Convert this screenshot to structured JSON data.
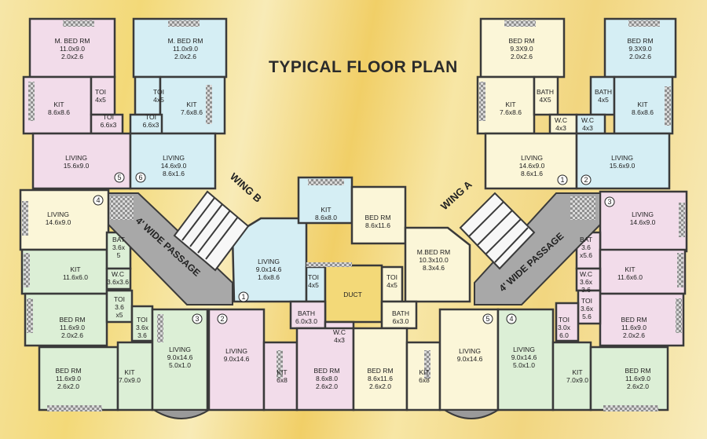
{
  "title": "TYPICAL FLOOR PLAN",
  "wings": [
    "WING B",
    "WING A"
  ],
  "passage_label": "4' WIDE PASSAGE",
  "colors": {
    "blue_room": "#d5eef4",
    "pink_room": "#f2dcea",
    "green_room": "#dcefd6",
    "cream_room": "#fbf6d8",
    "wall": "#3a3a3a",
    "passage": "#a8a8a8"
  },
  "rooms": [
    {
      "id": "bed1",
      "lines": [
        "M. BED RM",
        "11.0x9.0",
        "2.0x2.6"
      ]
    },
    {
      "id": "bed2",
      "lines": [
        "M. BED RM",
        "11.0x9.0",
        "2.0x2.6"
      ]
    },
    {
      "id": "bed3",
      "lines": [
        "BED RM",
        "9.3X9.0",
        "2.0x2.6"
      ]
    },
    {
      "id": "bed4",
      "lines": [
        "BED RM",
        "9.3X9.0",
        "2.0x2.6"
      ]
    },
    {
      "id": "toi1",
      "lines": [
        "TOI",
        "4x5"
      ]
    },
    {
      "id": "toi2",
      "lines": [
        "TOI",
        "4x5"
      ]
    },
    {
      "id": "kit1",
      "lines": [
        "KIT",
        "8.6x8.6"
      ]
    },
    {
      "id": "kit2",
      "lines": [
        "KIT",
        "7.6x8.6"
      ]
    },
    {
      "id": "toi3",
      "lines": [
        "TOI",
        "6.6x3"
      ]
    },
    {
      "id": "toi4",
      "lines": [
        "TOI",
        "6.6x3"
      ]
    },
    {
      "id": "bath1",
      "lines": [
        "BATH",
        "4X5"
      ]
    },
    {
      "id": "bath2",
      "lines": [
        "BATH",
        "4x5"
      ]
    },
    {
      "id": "kit3",
      "lines": [
        "KIT",
        "7.6x8.6"
      ]
    },
    {
      "id": "kit4",
      "lines": [
        "KIT",
        "8.6x8.6"
      ]
    },
    {
      "id": "wc1",
      "lines": [
        "W.C",
        "4x3"
      ]
    },
    {
      "id": "wc2",
      "lines": [
        "W.C",
        "4x3"
      ]
    },
    {
      "id": "liv1",
      "lines": [
        "LIVING",
        "15.6x9.0"
      ]
    },
    {
      "id": "liv2",
      "lines": [
        "LIVING",
        "14.6x9.0",
        "8.6x1.6"
      ]
    },
    {
      "id": "liv3",
      "lines": [
        "LIVING",
        "14.6x9.0",
        "8.6x1.6"
      ]
    },
    {
      "id": "liv4",
      "lines": [
        "LIVING",
        "15.6x9.0"
      ]
    },
    {
      "id": "liv5",
      "lines": [
        "LIVING",
        "14.6x9.0"
      ]
    },
    {
      "id": "liv6",
      "lines": [
        "LIVING",
        "14.6x9.0"
      ]
    },
    {
      "id": "kit5",
      "lines": [
        "KIT",
        "8.6x8.0"
      ]
    },
    {
      "id": "bed5",
      "lines": [
        "BED RM",
        "8.6x11.6"
      ]
    },
    {
      "id": "bat1",
      "lines": [
        "BAT",
        "3.6x",
        "5"
      ]
    },
    {
      "id": "bat2",
      "lines": [
        "BAT",
        "3.6",
        "x5.6"
      ]
    },
    {
      "id": "kit6",
      "lines": [
        "KIT",
        "11.6x6.0"
      ]
    },
    {
      "id": "kit7",
      "lines": [
        "KIT",
        "11.6x6.0"
      ]
    },
    {
      "id": "wc3",
      "lines": [
        "W.C",
        "3.6x3.6"
      ]
    },
    {
      "id": "wc4",
      "lines": [
        "W.C",
        "3.6x",
        "3.6"
      ]
    },
    {
      "id": "liv7",
      "lines": [
        "LIVING",
        "9.0x14.6",
        "1.6x8.6"
      ]
    },
    {
      "id": "mbed",
      "lines": [
        "M.BED RM",
        "10.3x10.0",
        "8.3x4.6"
      ]
    },
    {
      "id": "toi5",
      "lines": [
        "TOI",
        "4x5"
      ]
    },
    {
      "id": "toi6",
      "lines": [
        "TOI",
        "4x5"
      ]
    },
    {
      "id": "duct",
      "lines": [
        "DUCT"
      ]
    },
    {
      "id": "bed6",
      "lines": [
        "BED RM",
        "11.6x9.0",
        "2.0x2.6"
      ]
    },
    {
      "id": "bed7",
      "lines": [
        "BED RM",
        "11.6x9.0",
        "2.0x2.6"
      ]
    },
    {
      "id": "toi7",
      "lines": [
        "TOI",
        "3.6",
        "x5"
      ]
    },
    {
      "id": "toi8",
      "lines": [
        "TOI",
        "3.6x",
        "3.6"
      ]
    },
    {
      "id": "toi9",
      "lines": [
        "TOI",
        "3.0x",
        "6.0"
      ]
    },
    {
      "id": "toi10",
      "lines": [
        "TOI",
        "3.6x",
        "5.6"
      ]
    },
    {
      "id": "bath3",
      "lines": [
        "BATH",
        "6.0x3.0"
      ]
    },
    {
      "id": "bath4",
      "lines": [
        "BATH",
        "6x3.0"
      ]
    },
    {
      "id": "wc5",
      "lines": [
        "W.C",
        "4x3"
      ]
    },
    {
      "id": "liv8",
      "lines": [
        "LIVING",
        "9.0x14.6",
        "5.0x1.0"
      ]
    },
    {
      "id": "liv9",
      "lines": [
        "LIVING",
        "9.0x14.6"
      ]
    },
    {
      "id": "liv10",
      "lines": [
        "LIVING",
        "9.0x14.6"
      ]
    },
    {
      "id": "liv11",
      "lines": [
        "LIVING",
        "9.0x14.6",
        "5.0x1.0"
      ]
    },
    {
      "id": "bed8",
      "lines": [
        "BED RM",
        "11.6x9.0",
        "2.6x2.0"
      ]
    },
    {
      "id": "kit8",
      "lines": [
        "KIT",
        "7.0x9.0"
      ]
    },
    {
      "id": "kit9",
      "lines": [
        "KIT",
        "6x8"
      ]
    },
    {
      "id": "bed9",
      "lines": [
        "BED RM",
        "8.6x8.0",
        "2.6x2.0"
      ]
    },
    {
      "id": "bed10",
      "lines": [
        "BED RM",
        "8.6x11.6",
        "2.6x2.0"
      ]
    },
    {
      "id": "kit10",
      "lines": [
        "KIT",
        "6x8"
      ]
    },
    {
      "id": "kit11",
      "lines": [
        "KIT",
        "7.0x9.0"
      ]
    },
    {
      "id": "bed11",
      "lines": [
        "BED RM",
        "11.6x9.0",
        "2.6x2.0"
      ]
    }
  ],
  "flat_numbers": [
    "5",
    "6",
    "1",
    "2",
    "4",
    "3",
    "1",
    "3",
    "2",
    "5",
    "4"
  ]
}
